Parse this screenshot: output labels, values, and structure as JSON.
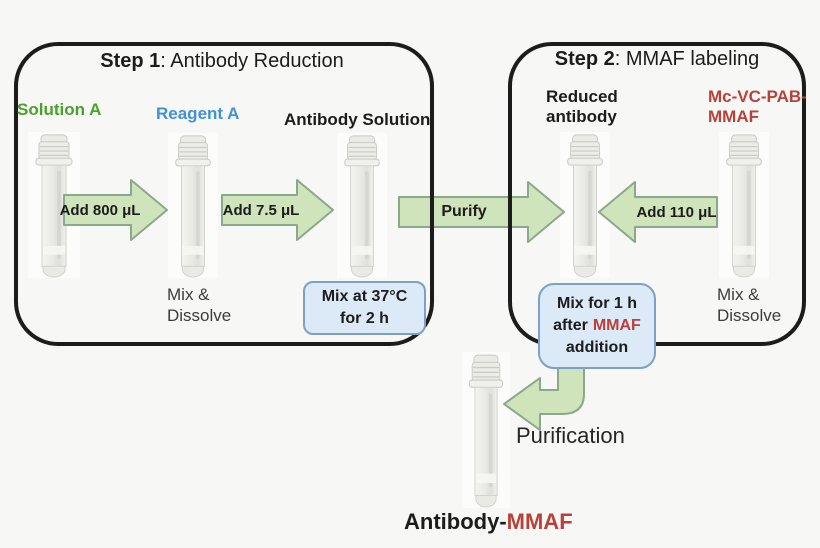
{
  "colors": {
    "green_label": "#4aa12e",
    "blue_label": "#4191d9",
    "red_label": "#b8413a",
    "arrow_fill": "#cfe4bb",
    "arrow_border": "#8aa88c",
    "note_fill": "#dce9f6",
    "note_border": "#7ca0c6",
    "box_border": "#1c1c1c"
  },
  "step1": {
    "title_bold": "Step 1",
    "title_rest": ": Antibody Reduction",
    "label_solution_a": "Solution A",
    "label_reagent_a": "Reagent A",
    "label_antibody_solution": "Antibody Solution",
    "arrow_add_800": "Add 800 μL",
    "arrow_add_7_5": "Add 7.5 μL",
    "mix_dissolve_line1": "Mix &",
    "mix_dissolve_line2": "Dissolve",
    "note_line1": "Mix at 37°C",
    "note_line2": "for 2 h"
  },
  "transfer": {
    "arrow_purify": "Purify"
  },
  "step2": {
    "title_bold": "Step 2",
    "title_rest": ": MMAF labeling",
    "label_reduced_line1": "Reduced",
    "label_reduced_line2": "antibody",
    "label_mmaf_line1": "Mc-VC-PAB-",
    "label_mmaf_line2": "MMAF",
    "arrow_add_110": "Add 110 μL",
    "mix_dissolve_line1": "Mix &",
    "mix_dissolve_line2": "Dissolve",
    "note_line1": "Mix for 1 h",
    "note_line2_prefix": "after",
    "note_line2_red": "MMAF",
    "note_line3": "addition"
  },
  "output": {
    "purification_label": "Purification",
    "product_name_black": "Antibody-",
    "product_name_red": "MMAF"
  }
}
